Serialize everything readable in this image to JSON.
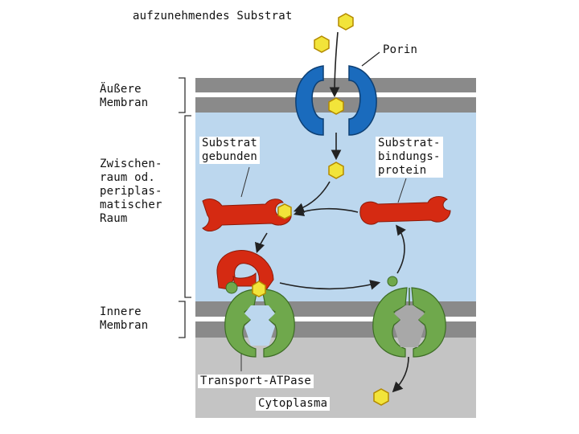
{
  "labels": {
    "substrate_top": "aufzunehmendes Substrat",
    "porin": "Porin",
    "outer_membrane": "Äußere\nMembran",
    "periplasm": "Zwischen-\nraum od.\nperiplas-\nmatischer\nRaum",
    "substrate_bound": "Substrat\ngebunden",
    "binding_protein": "Substrat-\nbindungs-\nprotein",
    "inner_membrane": "Innere\nMembran",
    "transport_atpase": "Transport-ATPase",
    "cytoplasm": "Cytoplasma"
  },
  "colors": {
    "periplasm": "#bcd7ee",
    "cytoplasm": "#c4c4c4",
    "membrane": "#8a8a8a",
    "porin": "#1a6bbd",
    "binding_protein": "#d52a12",
    "atpase": "#6fa84c",
    "substrate": "#f2e43a",
    "substrate_outline": "#b38a00"
  }
}
